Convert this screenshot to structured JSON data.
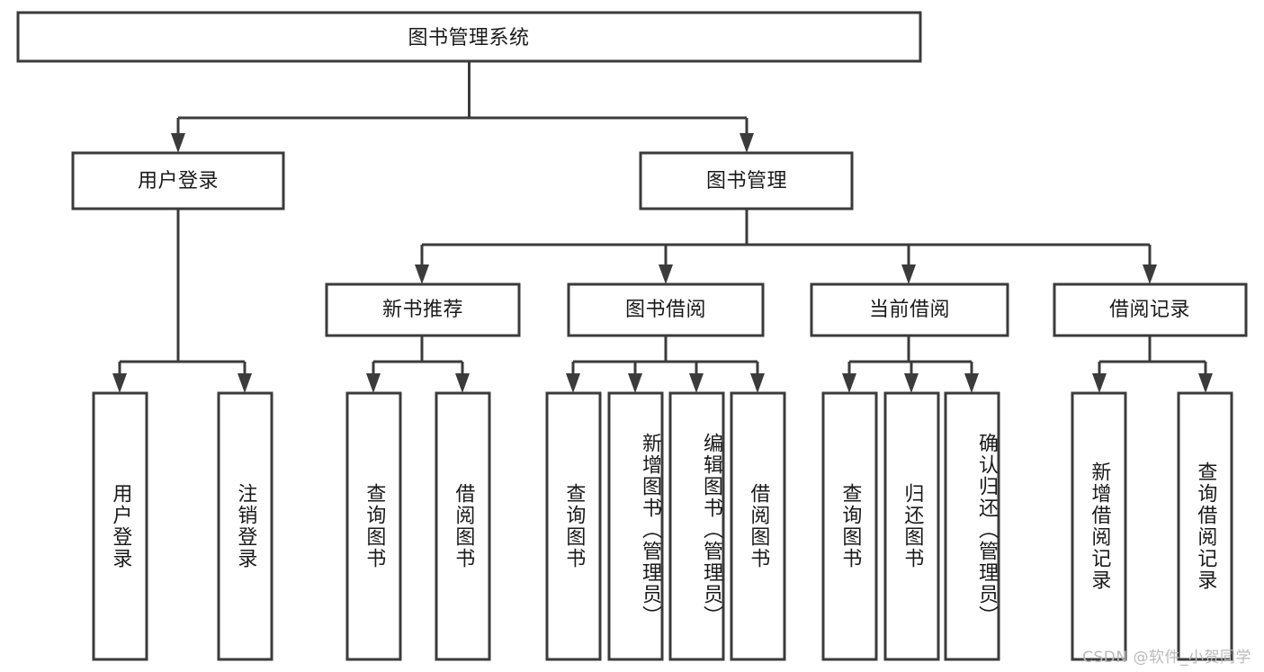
{
  "diagram": {
    "type": "tree",
    "title": "图书管理系统",
    "orientation": "top-down",
    "watermark": "CSDN @软件_小贺同学",
    "colors": {
      "box_stroke": "#3b3b3b",
      "box_fill": "#ffffff",
      "connector": "#3b3b3b",
      "text": "#1a1a1a",
      "watermark": "#b9b9b9",
      "background": "#ffffff"
    },
    "root": {
      "label": "图书管理系统"
    },
    "level2": [
      {
        "label": "用户登录"
      },
      {
        "label": "图书管理"
      }
    ],
    "level3": [
      {
        "label": "新书推荐"
      },
      {
        "label": "图书借阅"
      },
      {
        "label": "当前借阅"
      },
      {
        "label": "借阅记录"
      }
    ],
    "leaves": {
      "user_login": [
        {
          "label": "用户登录"
        },
        {
          "label": "注销登录"
        }
      ],
      "new_book": [
        {
          "label": "查询图书"
        },
        {
          "label": "借阅图书"
        }
      ],
      "book_borrow": [
        {
          "label": "查询图书"
        },
        {
          "label": "新增图书（管理员）"
        },
        {
          "label": "编辑图书（管理员）"
        },
        {
          "label": "借阅图书"
        }
      ],
      "current_borrow": [
        {
          "label": "查询图书"
        },
        {
          "label": "归还图书"
        },
        {
          "label": "确认归还（管理员）"
        }
      ],
      "borrow_record": [
        {
          "label": "新增借阅记录"
        },
        {
          "label": "查询借阅记录"
        }
      ]
    }
  }
}
